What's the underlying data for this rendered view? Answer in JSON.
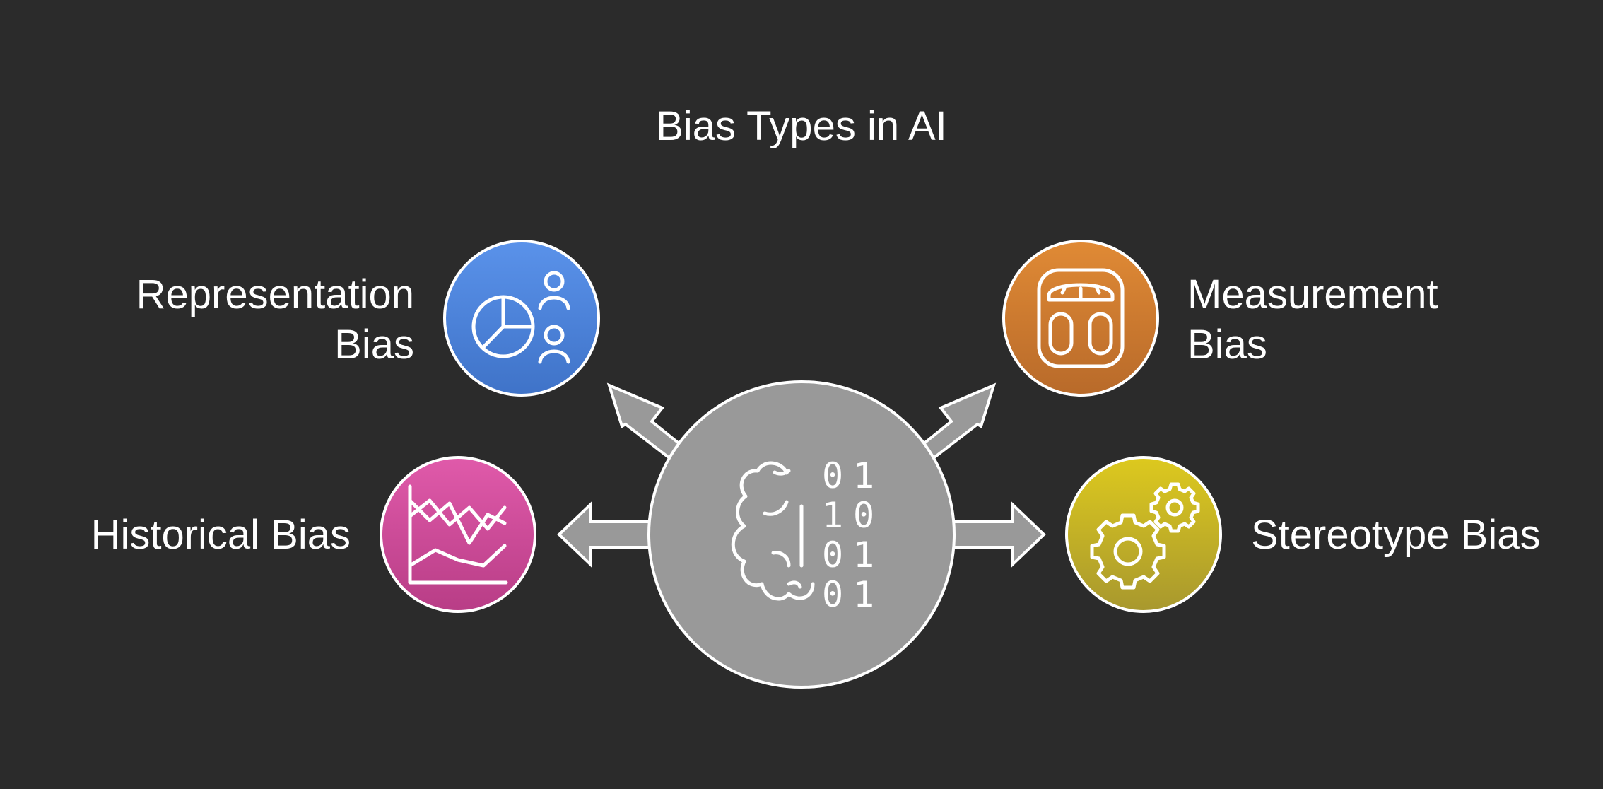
{
  "title": "Bias Types in AI",
  "colors": {
    "background": "#2b2b2b",
    "center": "#999999",
    "representation": "#4a86dd",
    "measurement": "#d4782c",
    "historical": "#d0479a",
    "stereotype": "#c7b21f"
  },
  "center": {
    "icon": "brain-binary-icon",
    "digits": [
      "0",
      "1",
      "1",
      "0",
      "0",
      "1",
      "0",
      "1"
    ]
  },
  "nodes": {
    "representation": {
      "label_line1": "Representation",
      "label_line2": "Bias",
      "icon": "pie-chart-people-icon"
    },
    "measurement": {
      "label_line1": "Measurement",
      "label_line2": "Bias",
      "icon": "scale-icon"
    },
    "historical": {
      "label": "Historical Bias",
      "icon": "line-chart-icon"
    },
    "stereotype": {
      "label": "Stereotype Bias",
      "icon": "gears-icon"
    }
  }
}
